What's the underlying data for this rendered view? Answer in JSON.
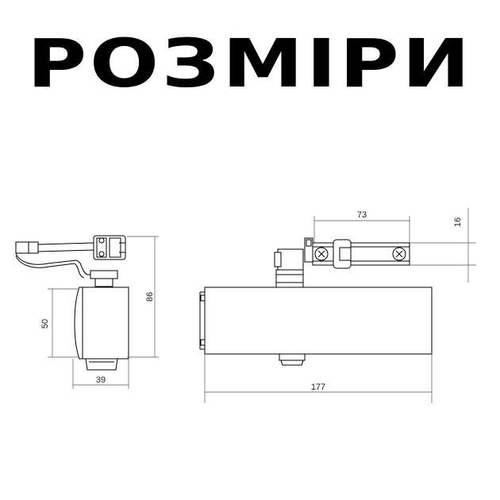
{
  "title": "РОЗМІРИ",
  "dimensions": {
    "side_height_total": "86",
    "side_body_height": "50",
    "side_width": "39",
    "arm_length": "73",
    "arm_offset": "16",
    "body_length": "177"
  }
}
